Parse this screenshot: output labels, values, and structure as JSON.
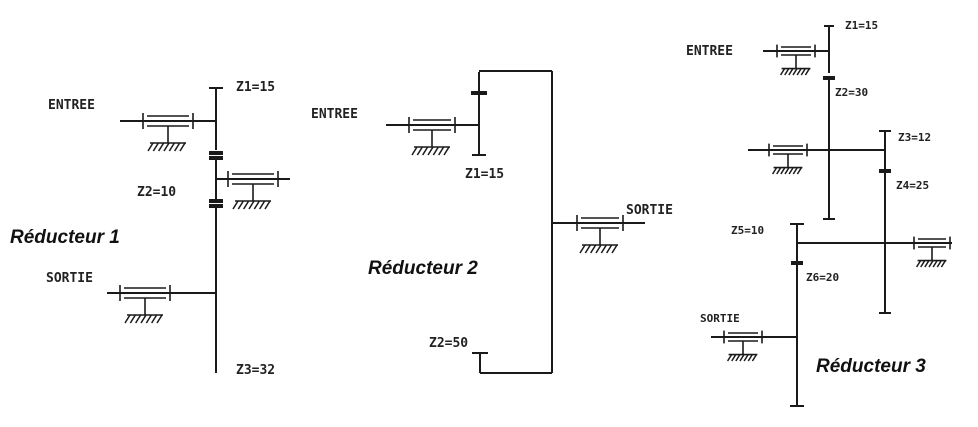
{
  "figure": {
    "description": "Three gear reducer kinematic diagrams",
    "reducers": [
      {
        "title": "Réducteur 1",
        "input_label": "ENTREE",
        "output_label": "SORTIE",
        "gears": [
          {
            "label": "Z1=15"
          },
          {
            "label": "Z2=10"
          },
          {
            "label": "Z3=32"
          }
        ]
      },
      {
        "title": "Réducteur 2",
        "input_label": "ENTREE",
        "output_label": "SORTIE",
        "gears": [
          {
            "label": "Z1=15"
          },
          {
            "label": "Z2=50"
          }
        ]
      },
      {
        "title": "Réducteur 3",
        "input_label": "ENTREE",
        "output_label": "SORTIE",
        "gears": [
          {
            "label": "Z1=15"
          },
          {
            "label": "Z2=30"
          },
          {
            "label": "Z3=12"
          },
          {
            "label": "Z4=25"
          },
          {
            "label": "Z5=10"
          },
          {
            "label": "Z6=20"
          }
        ]
      }
    ]
  }
}
